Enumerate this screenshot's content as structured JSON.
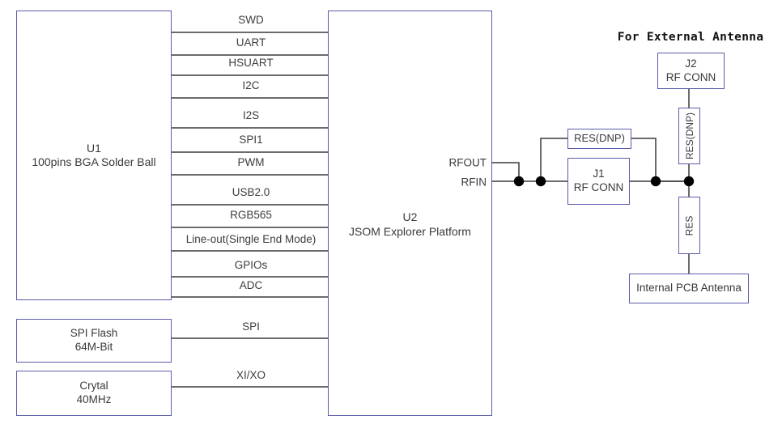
{
  "diagram": {
    "title_external_antenna": "For External Antenna",
    "blocks": {
      "u1": {
        "line1": "U1",
        "line2": "100pins BGA Solder Ball"
      },
      "u2": {
        "line1": "U2",
        "line2": "JSOM Explorer Platform"
      },
      "spi_flash": {
        "line1": "SPI Flash",
        "line2": "64M-Bit"
      },
      "crystal": {
        "line1": "Crytal",
        "line2": "40MHz"
      },
      "j1": {
        "line1": "J1",
        "line2": "RF CONN"
      },
      "j2": {
        "line1": "J2",
        "line2": "RF CONN"
      },
      "res_dnp_series": {
        "label": "RES(DNP)"
      },
      "res_dnp_vertical": {
        "label": "RES(DNP)"
      },
      "res_vertical": {
        "label": "RES"
      },
      "internal_antenna": {
        "label": "Internal PCB Antenna"
      }
    },
    "ports": {
      "rfout": "RFOUT",
      "rfin": "RFIN"
    },
    "signals": [
      {
        "name": "SWD"
      },
      {
        "name": "UART"
      },
      {
        "name": "HSUART"
      },
      {
        "name": "I2C"
      },
      {
        "name": "I2S"
      },
      {
        "name": "SPI1"
      },
      {
        "name": "PWM"
      },
      {
        "name": "USB2.0"
      },
      {
        "name": "RGB565"
      },
      {
        "name": "Line-out(Single End Mode)"
      },
      {
        "name": "GPIOs"
      },
      {
        "name": "ADC"
      }
    ],
    "peripheral_signals": [
      {
        "name": "SPI"
      },
      {
        "name": "XI/XO"
      }
    ],
    "colors": {
      "box_border": "#5b5bab",
      "wire": "#3a3a3a",
      "text": "#3a3a3a",
      "node": "#000000",
      "background": "#ffffff"
    }
  }
}
